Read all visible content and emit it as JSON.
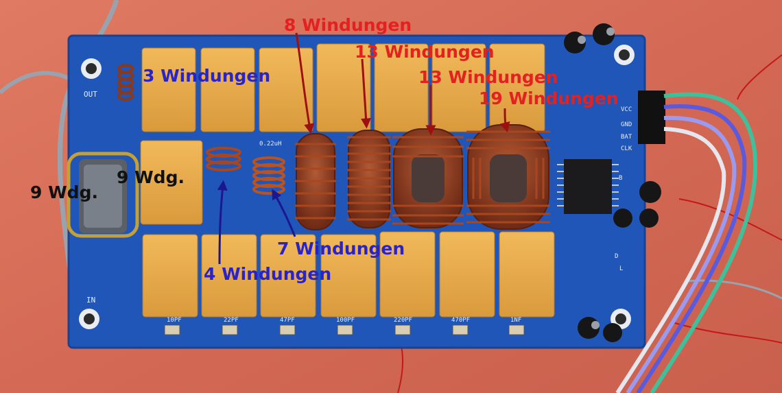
{
  "annotations": {
    "l1": "8 Windungen",
    "l2": "13 Windungen",
    "l3": "13 Windungen",
    "l4": "19 Windungen",
    "l5": "3 Windungen",
    "l6": "9 Wdg.",
    "l7": "9 Wdg.",
    "l8": "7 Windungen",
    "l9": "4 Windungen"
  },
  "silkscreen": {
    "out": "OUT",
    "in": "IN",
    "vcc": "VCC",
    "gnd": "GND",
    "bat": "BAT",
    "clk": "CLK",
    "b": "B",
    "d": "D",
    "l": "L",
    "c1": "10PF",
    "c2": "22PF",
    "c3": "47PF",
    "c4": "100PF",
    "c5": "220PF",
    "c6": "470PF",
    "c7": "1NF",
    "cap_top": "0.22uH"
  },
  "colors": {
    "background": "#d8705a",
    "board": "#1f56b8",
    "relay": "#e6a94a",
    "copper": "#9a3a1e",
    "label_red": "#e32121",
    "label_blue": "#2a23c8"
  }
}
